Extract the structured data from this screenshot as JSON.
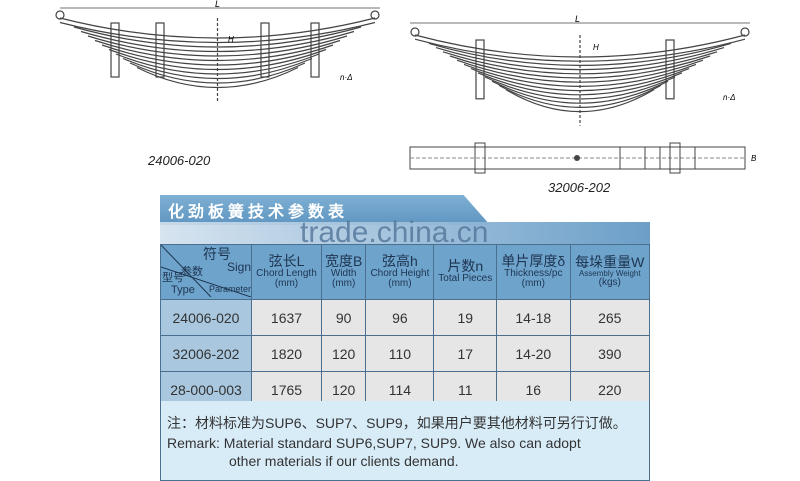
{
  "drawings": [
    {
      "label": "24006-020",
      "dim_labels": [
        "L",
        "H",
        "n·Δ"
      ]
    },
    {
      "label": "32006-202",
      "dim_labels": [
        "L",
        "H",
        "n·Δ",
        "B"
      ]
    }
  ],
  "table": {
    "title": "化劲板簧技术参数表",
    "watermark": "trade.china.cn",
    "header_corner": {
      "sign_cn": "符号",
      "sign_en": "Sign",
      "param_cn": "参数",
      "param_en": "Parameter",
      "type_cn": "型号",
      "type_en": "Type"
    },
    "columns": [
      {
        "cn": "弦长L",
        "en": "Chord Length",
        "unit": "(mm)"
      },
      {
        "cn": "宽度B",
        "en": "Width",
        "unit": "(mm)"
      },
      {
        "cn": "弦高h",
        "en": "Chord Height",
        "unit": "(mm)"
      },
      {
        "cn": "片数n",
        "en": "Total Pieces",
        "unit": ""
      },
      {
        "cn": "单片厚度δ",
        "en": "Thickness/pc",
        "unit": "(mm)"
      },
      {
        "cn": "每垛重量W",
        "en": "Assembly Weight",
        "unit": "(kgs)"
      }
    ],
    "rows": [
      [
        "24006-020",
        "1637",
        "90",
        "96",
        "19",
        "14-18",
        "265"
      ],
      [
        "32006-202",
        "1820",
        "120",
        "110",
        "17",
        "14-20",
        "390"
      ],
      [
        "28-000-003",
        "1765",
        "120",
        "114",
        "11",
        "16",
        "220"
      ]
    ],
    "remark_cn": "注：材料标准为SUP6、SUP7、SUP9，如果用户要其他材料可另行订做。",
    "remark_en1": "Remark: Material standard SUP6,SUP7, SUP9. We also can adopt",
    "remark_en2": "other materials if our clients  demand."
  },
  "colors": {
    "header": "#6ea3cc",
    "type_cell": "#a9c8df",
    "remark_bg": "#d8ecf8"
  }
}
